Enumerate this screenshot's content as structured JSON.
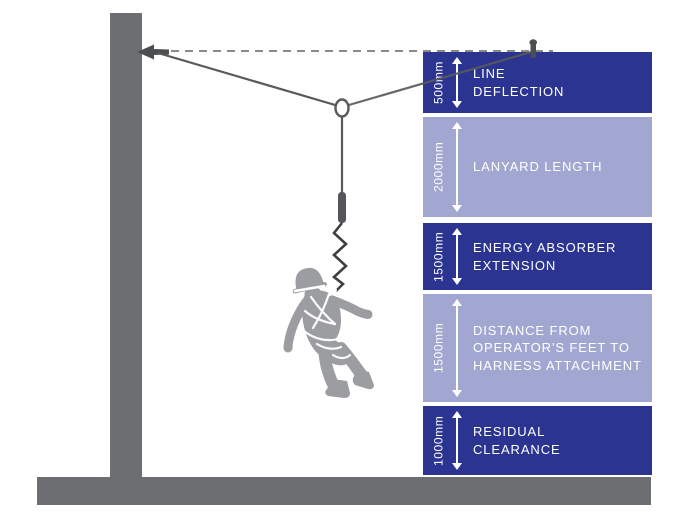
{
  "diagram": {
    "bands": [
      {
        "measurement": "500mm",
        "label": "LINE\nDEFLECTION"
      },
      {
        "measurement": "2000mm",
        "label": "LANYARD LENGTH"
      },
      {
        "measurement": "1500mm",
        "label": "ENERGY ABSORBER\nEXTENSION"
      },
      {
        "measurement": "1500mm",
        "label": "DISTANCE FROM\nOPERATOR'S FEET TO\nHARNESS ATTACHMENT"
      },
      {
        "measurement": "1000mm",
        "label": "RESIDUAL\nCLEARANCE"
      }
    ]
  },
  "colors": {
    "dark_band": "#2c3492",
    "light_band": "#a1a7d1",
    "structure_gray": "#6d6e71",
    "figure_gray": "#9b9da1",
    "line_gray": "#58595b",
    "arrow_white": "#ffffff"
  }
}
